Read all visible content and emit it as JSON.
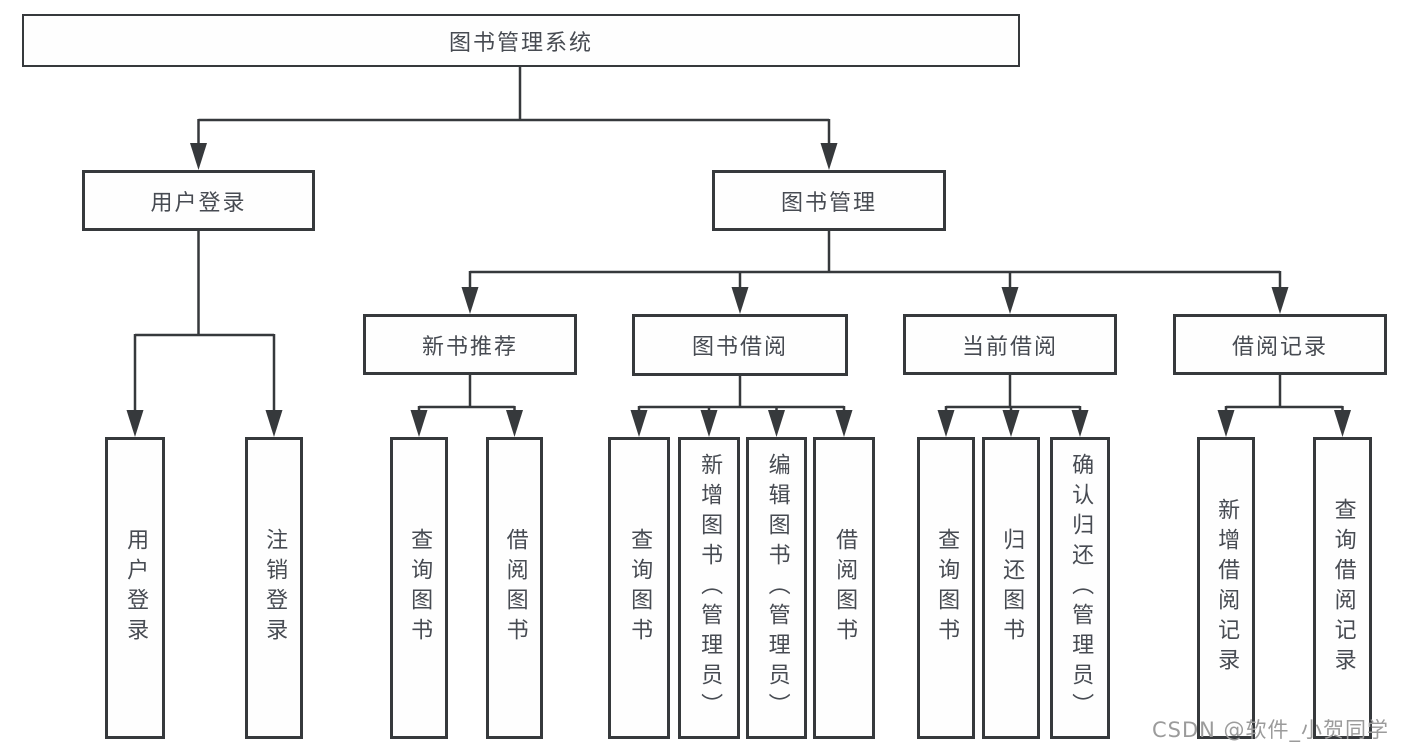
{
  "diagram": {
    "title": "图书管理系统",
    "watermark": "CSDN @软件_小贺同学",
    "colors": {
      "line": "#36393c",
      "box_border": "#36393c",
      "text": "#474b52",
      "watermark": "#9b9b9b",
      "background": "#ffffff"
    },
    "tree": {
      "label": "图书管理系统",
      "children": [
        {
          "label": "用户登录",
          "children": [
            {
              "label": "用户登录"
            },
            {
              "label": "注销登录"
            }
          ]
        },
        {
          "label": "图书管理",
          "children": [
            {
              "label": "新书推荐",
              "children": [
                {
                  "label": "查询图书"
                },
                {
                  "label": "借阅图书"
                }
              ]
            },
            {
              "label": "图书借阅",
              "children": [
                {
                  "label": "查询图书"
                },
                {
                  "label": "新增图书（管理员）"
                },
                {
                  "label": "编辑图书（管理员）"
                },
                {
                  "label": "借阅图书"
                }
              ]
            },
            {
              "label": "当前借阅",
              "children": [
                {
                  "label": "查询图书"
                },
                {
                  "label": "归还图书"
                },
                {
                  "label": "确认归还（管理员）"
                }
              ]
            },
            {
              "label": "借阅记录",
              "children": [
                {
                  "label": "新增借阅记录"
                },
                {
                  "label": "查询借阅记录"
                }
              ]
            }
          ]
        }
      ]
    }
  }
}
